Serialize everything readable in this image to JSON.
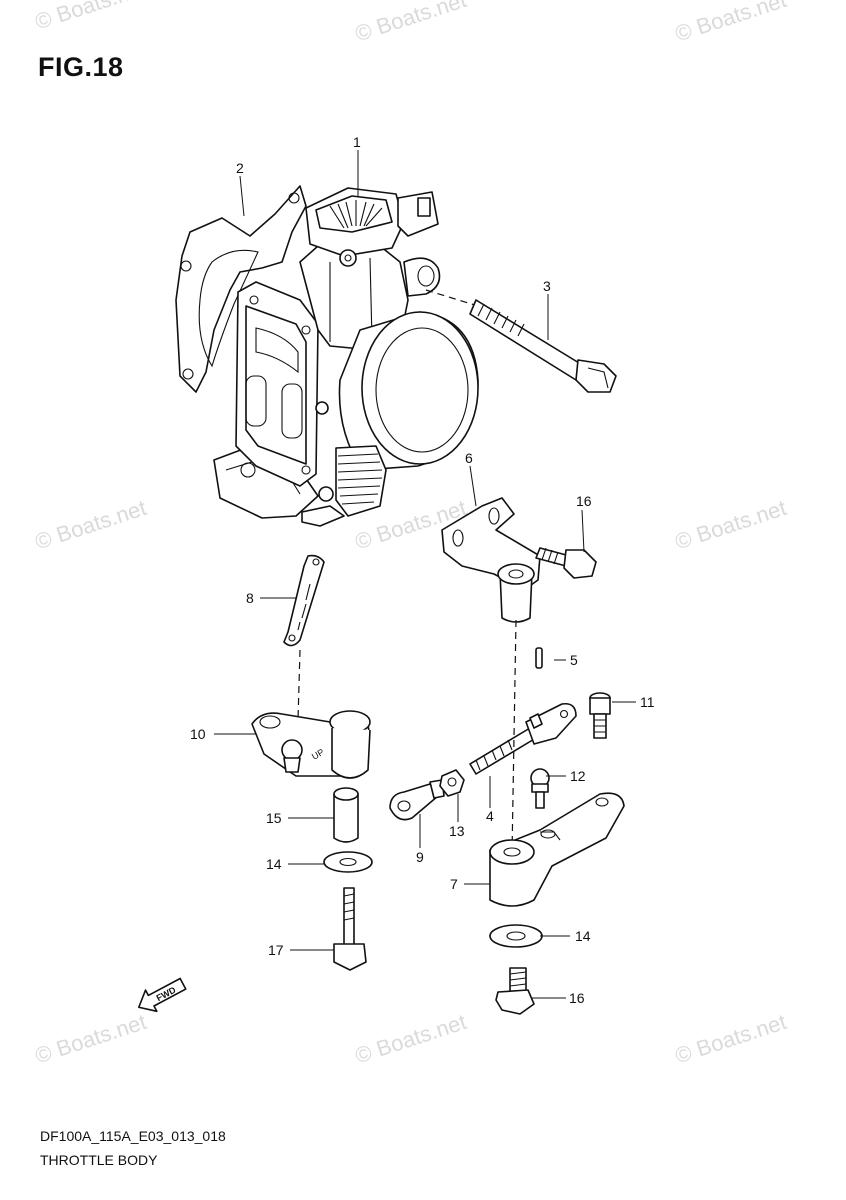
{
  "watermark_text": "© Boats.net",
  "figure": {
    "title": "FIG.18",
    "code": "DF100A_115A_E03_013_018",
    "name": "THROTTLE BODY",
    "fwd_label": "FWD"
  },
  "callouts": {
    "c1": "1",
    "c2": "2",
    "c3": "3",
    "c4": "4",
    "c5": "5",
    "c6": "6",
    "c7": "7",
    "c8": "8",
    "c9": "9",
    "c10": "10",
    "c11": "11",
    "c12": "12",
    "c13": "13",
    "c14a": "14",
    "c14b": "14",
    "c15": "15",
    "c16a": "16",
    "c16b": "16",
    "c17": "17"
  }
}
